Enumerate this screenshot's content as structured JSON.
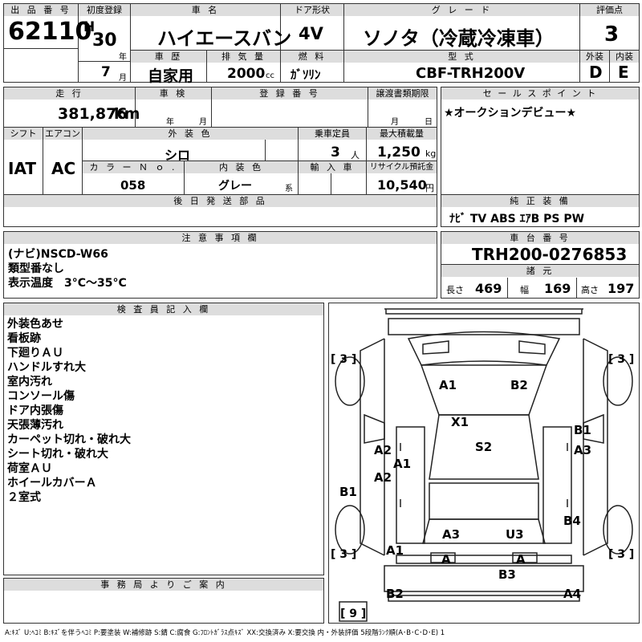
{
  "lot": {
    "label": "出 品 番 号",
    "value": "62110"
  },
  "first_reg": {
    "label": "初度登録",
    "era": "H",
    "year": "30",
    "year_unit": "年",
    "month": "7",
    "month_unit": "月"
  },
  "car_name": {
    "label": "車 名",
    "value": "ハイエースバン"
  },
  "door": {
    "label": "ドア形状",
    "value": "4V"
  },
  "grade": {
    "label": "グ レ ー ド",
    "value": "ソノタ（冷蔵冷凍車）"
  },
  "score": {
    "label": "評価点",
    "value": "3"
  },
  "history": {
    "label": "車 歴",
    "value": "自家用"
  },
  "displacement": {
    "label": "排 気 量",
    "value": "2000",
    "unit": "cc"
  },
  "fuel": {
    "label": "燃 料",
    "value": "ｶﾞｿﾘﾝ"
  },
  "model": {
    "label": "型 式",
    "value": "CBF-TRH200V"
  },
  "ext_score": {
    "label": "外装",
    "value": "D"
  },
  "int_score": {
    "label": "内装",
    "value": "E"
  },
  "mileage": {
    "label": "走 行",
    "value": "381,876",
    "unit": "km"
  },
  "inspection": {
    "label": "車 検",
    "year_unit": "年",
    "month_unit": "月"
  },
  "reg_no": {
    "label": "登 録 番 号"
  },
  "transfer": {
    "label": "譲渡書類期限",
    "month_unit": "月",
    "day_unit": "日"
  },
  "sale_point": {
    "label": "セ ー ル ス ポ イ ン ト",
    "value": "★オークションデビュー★"
  },
  "shift": {
    "label": "シフト",
    "value": "IAT"
  },
  "ac": {
    "label": "エアコン",
    "value": "AC"
  },
  "ext_color": {
    "label": "外 装 色",
    "value": "シロ"
  },
  "capacity": {
    "label": "乗車定員",
    "value": "3",
    "unit": "人"
  },
  "load": {
    "label": "最大積載量",
    "value": "1,250",
    "unit": "kg"
  },
  "color_no": {
    "label": "カ ラ ー Ｎ ｏ .",
    "value": "058"
  },
  "int_color": {
    "label": "内 装 色",
    "value": "グレー",
    "suffix": "系"
  },
  "import": {
    "label": "輸 入 車"
  },
  "recycle": {
    "label": "リサイクル預託金",
    "value": "10,540",
    "unit": "円"
  },
  "later_parts": {
    "label": "後 日 発 送 部 品"
  },
  "equipment": {
    "label": "純 正 装 備",
    "value": "ﾅﾋﾞ TV ABS ｴｱB PS PW"
  },
  "notes": {
    "label": "注 意 事 項 欄",
    "lines": [
      "(ナビ)NSCD-W66",
      "類型番なし",
      "表示温度　3°C〜35°C"
    ]
  },
  "chassis": {
    "label": "車 台 番 号",
    "value": "TRH200-0276853"
  },
  "specs": {
    "label": "諸 元",
    "length_label": "長さ",
    "length": "469",
    "width_label": "幅",
    "width": "169",
    "height_label": "高さ",
    "height": "197"
  },
  "inspector": {
    "label": "検 査 員 記 入 欄",
    "lines": [
      "外装色あせ",
      "看板跡",
      "下廻りＡＵ",
      "ハンドルすれ大",
      "室内汚れ",
      "コンソール傷",
      "ドア内張傷",
      "天張薄汚れ",
      "カーペット切れ・破れ大",
      "シート切れ・破れ大",
      "荷室ＡＵ",
      "ホイールカバーＡ",
      "２室式"
    ]
  },
  "office": {
    "label": "事 務 局 よ り ご 案 内"
  },
  "diagram": {
    "tire_fl": "[ 3 ]",
    "tire_fr": "[ 3 ]",
    "tire_rl": "[ 3 ]",
    "tire_rr": "[ 3 ]",
    "spare": "[ 9 ]",
    "marks": [
      "A1",
      "B2",
      "X1",
      "S2",
      "A2",
      "A1",
      "A2",
      "B1",
      "B1",
      "A3",
      "A3",
      "U3",
      "B4",
      "A1",
      "A",
      "A",
      "B3",
      "B2",
      "A4"
    ]
  },
  "legend": "A:ｷｽﾞ U:ﾍｺﾐ B:ｷｽﾞを伴うﾍｺﾐ P:要塗装 W:補修跡 S:錆 C:腐食 G:ﾌﾛﾝﾄｶﾞﾗｽ点ｷｽﾞ XX:交換済み X:要交換 内・外装評価 5段階ﾗﾝｸ順(A･B･C･D･E) 1"
}
